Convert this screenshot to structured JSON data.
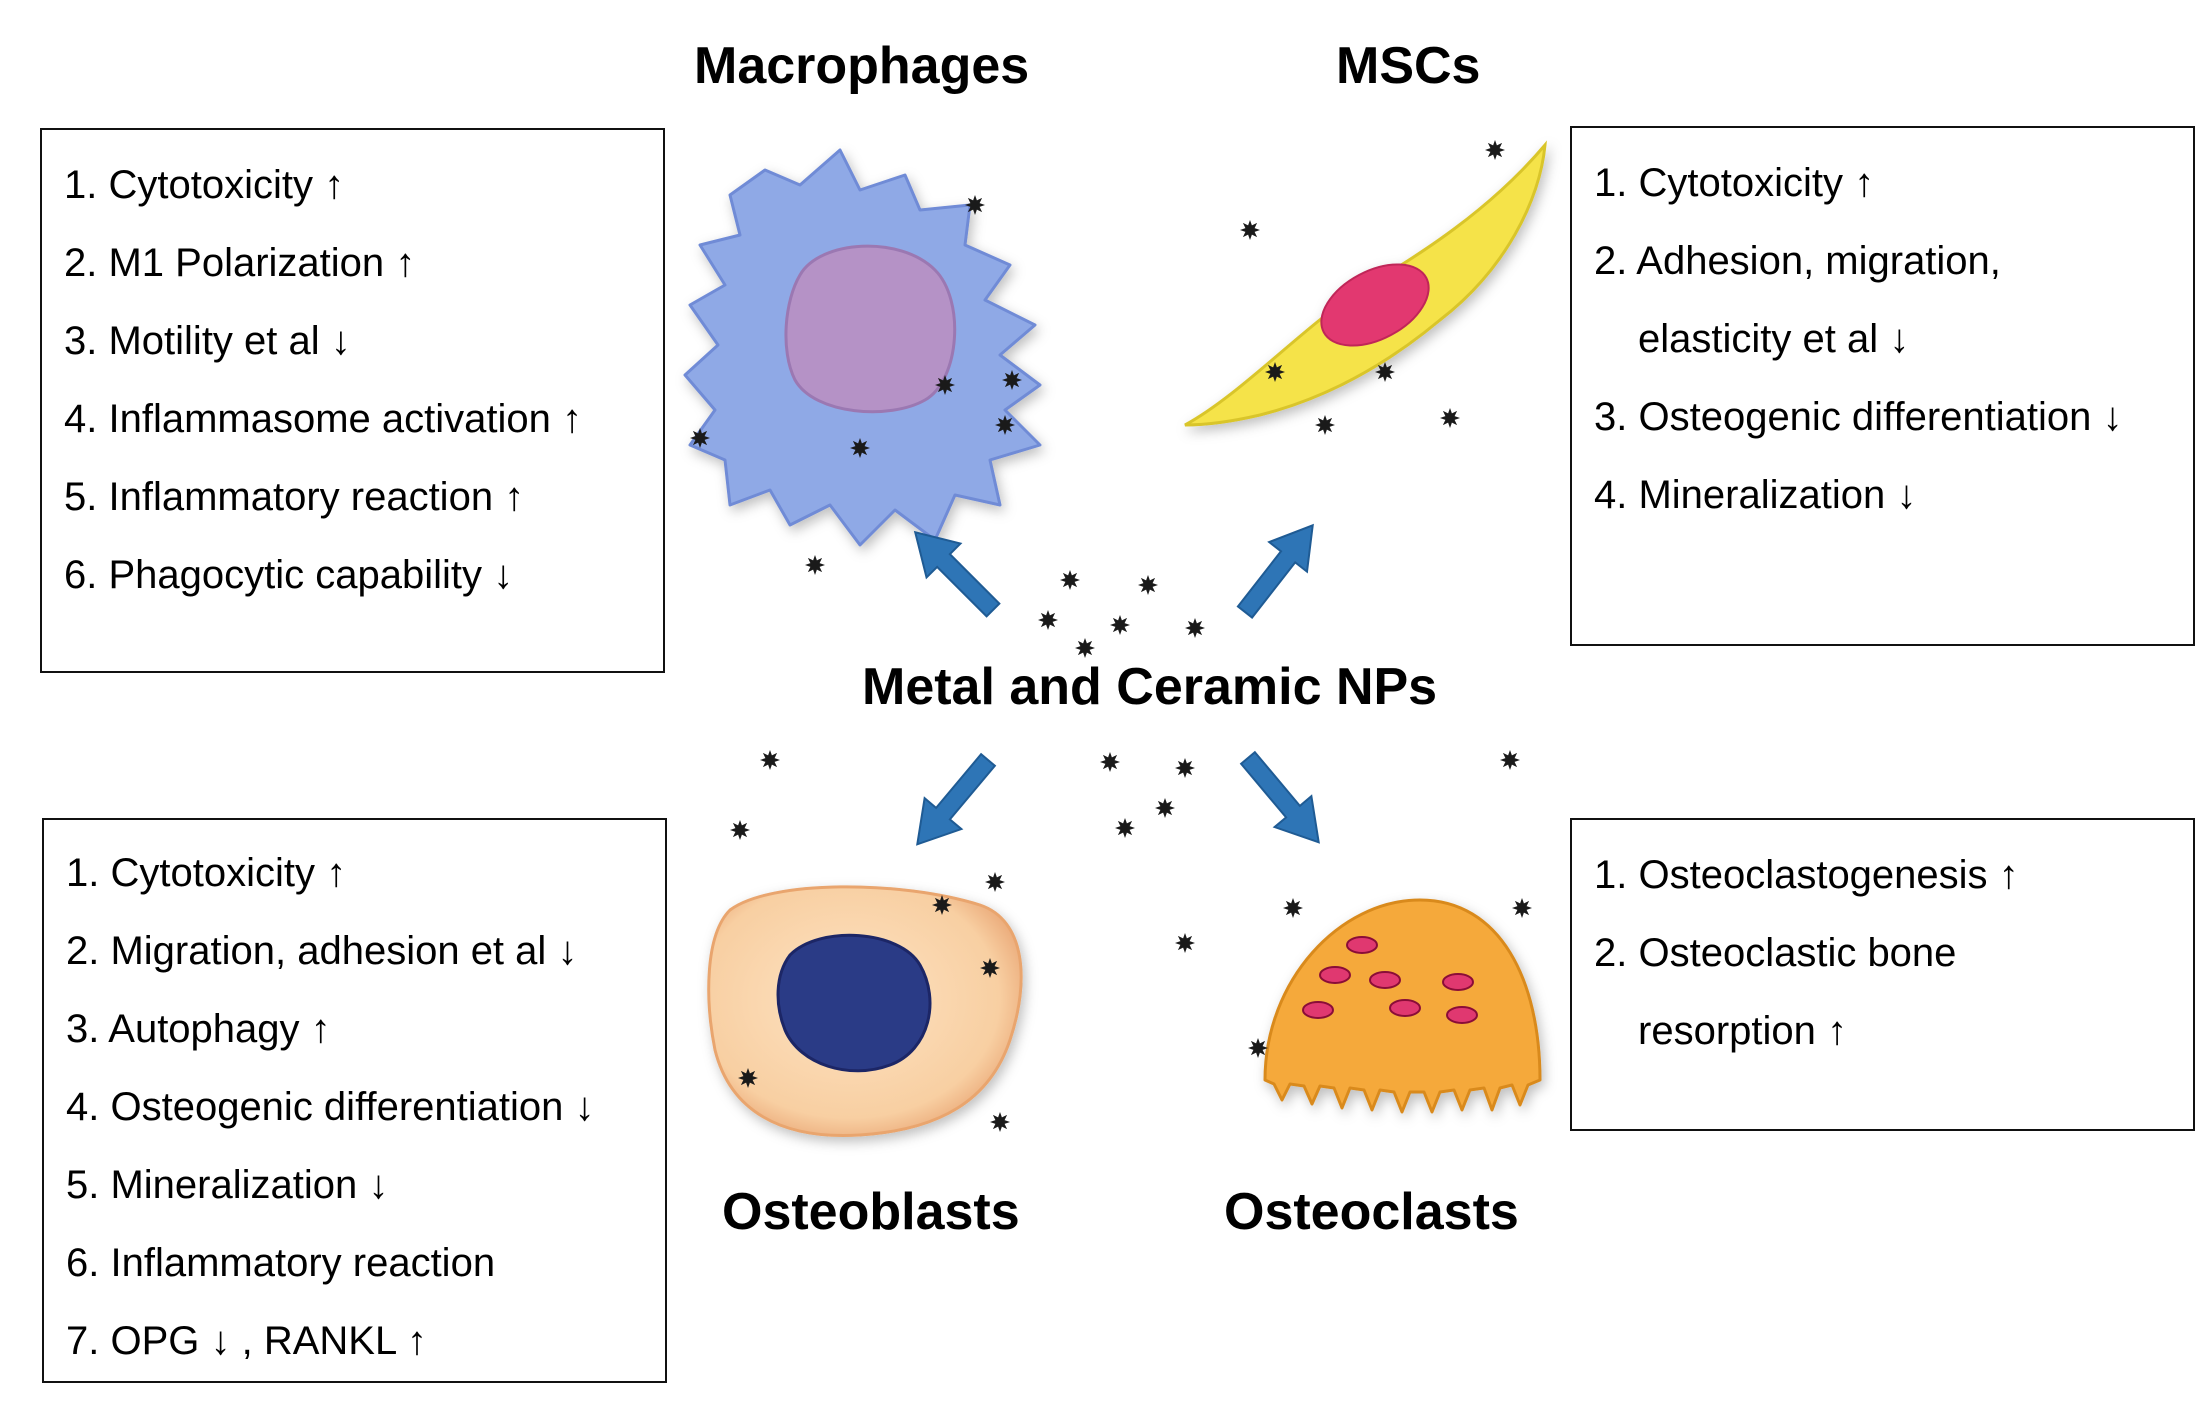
{
  "center_label": "Metal and Ceramic NPs",
  "cells": {
    "macrophages": {
      "title": "Macrophages",
      "effects": [
        "1. Cytotoxicity ↑",
        "2. M1 Polarization ↑",
        "3. Motility et al ↓",
        "4. Inflammasome activation ↑",
        "5. Inflammatory reaction ↑",
        "6. Phagocytic capability ↓"
      ]
    },
    "mscs": {
      "title": "MSCs",
      "effects": [
        "1. Cytotoxicity ↑",
        "2. Adhesion, migration,",
        "elasticity et al ↓",
        "3. Osteogenic differentiation ↓",
        "4. Mineralization ↓"
      ]
    },
    "osteoblasts": {
      "title": "Osteoblasts",
      "effects": [
        "1. Cytotoxicity ↑",
        "2. Migration, adhesion et al ↓",
        "3. Autophagy ↑",
        "4. Osteogenic differentiation ↓",
        "5. Mineralization ↓",
        "6. Inflammatory reaction",
        "7. OPG ↓ , RANKL ↑"
      ]
    },
    "osteoclasts": {
      "title": "Osteoclasts",
      "effects": [
        "1. Osteoclastogenesis ↑",
        "2. Osteoclastic  bone",
        "resorption ↑"
      ]
    }
  },
  "colors": {
    "arrow": "#2e75b6",
    "macrophage_body": "#8fa9e6",
    "macrophage_nucleus": "#b592c6",
    "msc_body": "#f5e34a",
    "msc_nucleus": "#e2386f",
    "osteoblast_body": "#f8cfa2",
    "osteoblast_nucleus": "#2c3a86",
    "osteoclast_body": "#f5a93b",
    "osteoclast_nuclei": "#e0386f",
    "nanoparticle": "#1a1a1a"
  }
}
